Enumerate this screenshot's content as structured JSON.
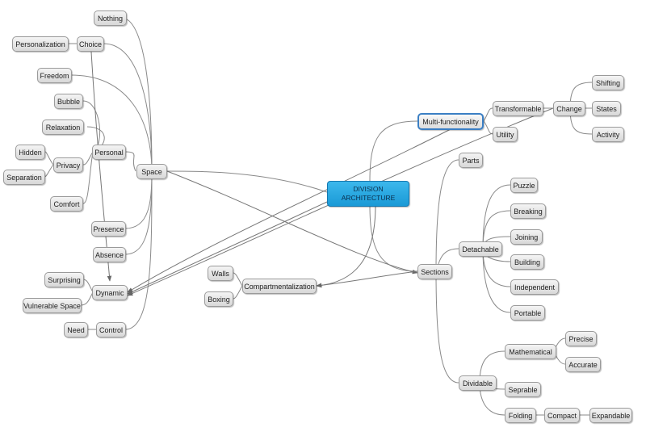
{
  "center": {
    "line1": "DIVISION",
    "line2": "ARCHITECTURE"
  },
  "nodes": {
    "nothing": "Nothing",
    "choice": "Choice",
    "personalization": "Personalization",
    "freedom": "Freedom",
    "bubble": "Bubble",
    "relaxation": "Relaxation",
    "personal": "Personal",
    "hidden": "Hidden",
    "privacy": "Privacy",
    "separation": "Separation",
    "comfort": "Comfort",
    "space": "Space",
    "presence": "Presence",
    "absence": "Absence",
    "surprising": "Surprising",
    "dynamic": "Dynamic",
    "vulnerable_space": "Vulnerable Space",
    "need": "Need",
    "control": "Control",
    "walls": "Walls",
    "compartmentalization": "Compartmentalization",
    "boxing": "Boxing",
    "multi_functionality": "Multi-functionality",
    "transformable": "Transformable",
    "utility": "Utility",
    "change": "Change",
    "shifting": "Shifting",
    "states": "States",
    "activity": "Activity",
    "parts": "Parts",
    "sections": "Sections",
    "detachable": "Detachable",
    "puzzle": "Puzzle",
    "breaking": "Breaking",
    "joining": "Joining",
    "building": "Building",
    "independent": "Independent",
    "portable": "Portable",
    "dividable": "Dividable",
    "mathematical": "Mathematical",
    "precise": "Precise",
    "accurate": "Accurate",
    "seprable": "Seprable",
    "folding": "Folding",
    "compact": "Compact",
    "expandable": "Expandable"
  },
  "colors": {
    "center_fill": "#1a9ad6",
    "selected_border": "#3b7fc4",
    "link_stroke": "#8a8a8a"
  }
}
